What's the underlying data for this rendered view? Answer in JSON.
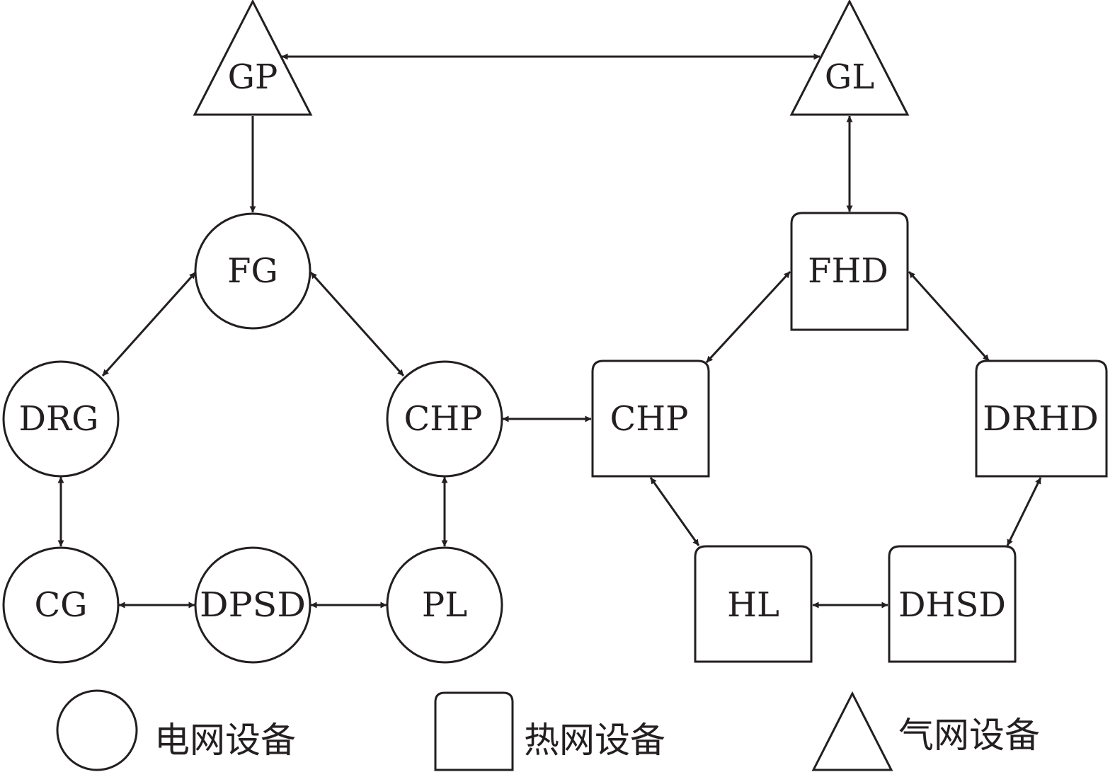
{
  "colors": {
    "ink": "#231f20",
    "background": "#ffffff"
  },
  "nodes": {
    "gp": "GP",
    "gl": "GL",
    "fg": "FG",
    "drg": "DRG",
    "chp_power": "CHP",
    "cg": "CG",
    "dpsd": "DPSD",
    "pl": "PL",
    "fhd": "FHD",
    "chp_heat": "CHP",
    "drhd": "DRHD",
    "hl": "HL",
    "dhsd": "DHSD"
  },
  "node_types": {
    "power": "circle",
    "heat": "rounded-square",
    "gas": "triangle"
  },
  "edges": [
    {
      "from": "gp",
      "to": "gl",
      "direction": "both"
    },
    {
      "from": "gp",
      "to": "fg",
      "direction": "forward"
    },
    {
      "from": "gl",
      "to": "fhd",
      "direction": "both"
    },
    {
      "from": "fg",
      "to": "drg",
      "direction": "both"
    },
    {
      "from": "fg",
      "to": "chp_power",
      "direction": "both"
    },
    {
      "from": "drg",
      "to": "cg",
      "direction": "both"
    },
    {
      "from": "chp_power",
      "to": "pl",
      "direction": "both"
    },
    {
      "from": "cg",
      "to": "dpsd",
      "direction": "both"
    },
    {
      "from": "dpsd",
      "to": "pl",
      "direction": "both"
    },
    {
      "from": "chp_power",
      "to": "chp_heat",
      "direction": "both"
    },
    {
      "from": "fhd",
      "to": "chp_heat",
      "direction": "both"
    },
    {
      "from": "fhd",
      "to": "drhd",
      "direction": "both"
    },
    {
      "from": "chp_heat",
      "to": "hl",
      "direction": "both"
    },
    {
      "from": "drhd",
      "to": "dhsd",
      "direction": "both"
    },
    {
      "from": "hl",
      "to": "dhsd",
      "direction": "both"
    }
  ],
  "legend": {
    "power": "电网设备",
    "heat": "热网设备",
    "gas": "气网设备"
  }
}
